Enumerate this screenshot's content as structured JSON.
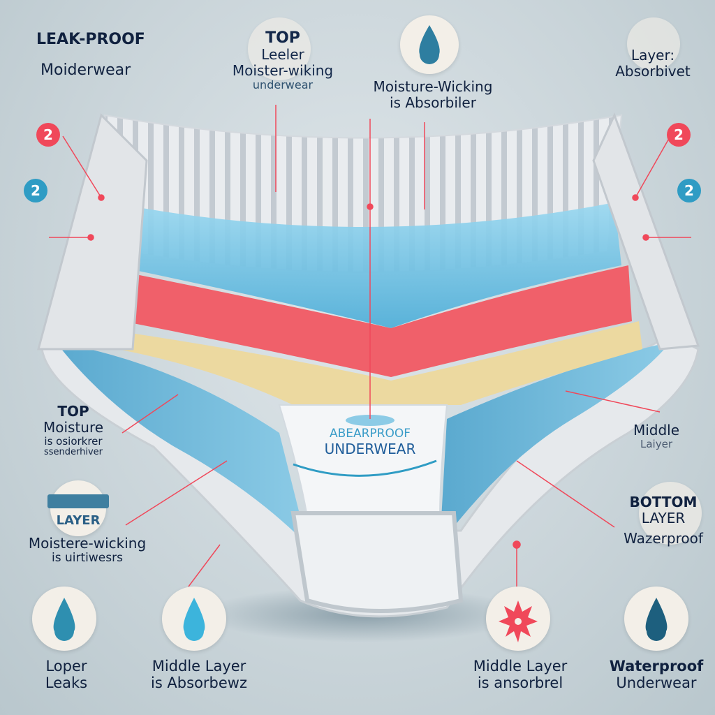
{
  "colors": {
    "background": "#c9d4d9",
    "red_accent": "#f0485a",
    "blue_accent": "#2f9cc4",
    "top_layer": "#7cc8e8",
    "middle_layer": "#f0606a",
    "yellow_layer": "#ecd9a0",
    "text": "#10213f"
  },
  "labels": {
    "top_left": {
      "title": "LEAK-PROOF",
      "sub": "Moiderwear"
    },
    "top_center_left": {
      "l1": "TOP",
      "l2": "Leeler",
      "l3": "Moister-wiking",
      "l4": "underwear"
    },
    "top_center": {
      "l1": "Moisture-Wicking",
      "l2": "is Absorbiler",
      "icon": "water-drop-icon"
    },
    "top_right": {
      "l1": "Layer:",
      "l2": "Absorbivet"
    },
    "left_mid": {
      "l1": "TOP",
      "l2": "Moisture",
      "l3": "is osiorkrer",
      "l4": "ssenderhiver"
    },
    "left_lower": {
      "badge": "LAYER",
      "l1": "Moistere-wicking",
      "l2": "is uirtiwesrs"
    },
    "right_mid": {
      "l1": "Middle",
      "l2": "Laiyer"
    },
    "right_lower": {
      "l1": "BOTTOM",
      "l2": "LAYER",
      "l3": "Wazerproof"
    },
    "center_panel": {
      "l1": "ABEARPROOF",
      "l2": "UNDERWEAR"
    }
  },
  "badges": [
    {
      "text": "2",
      "color": "#f0485a"
    },
    {
      "text": "2",
      "color": "#2f9cc4"
    },
    {
      "text": "2",
      "color": "#f0485a"
    },
    {
      "text": "2",
      "color": "#2f9cc4"
    }
  ],
  "bottom_items": [
    {
      "l1": "Loper",
      "l2": "Leaks",
      "icon": "water-drop-icon"
    },
    {
      "l1": "Middle Layer",
      "l2": "is Absorbewz",
      "icon": "water-drop-icon"
    },
    {
      "l1": "Middle Layer",
      "l2": "is ansorbrel",
      "icon": "star-burst-icon"
    },
    {
      "l1": "Waterproof",
      "l2": "Underwear",
      "icon": "water-drop-icon"
    }
  ]
}
